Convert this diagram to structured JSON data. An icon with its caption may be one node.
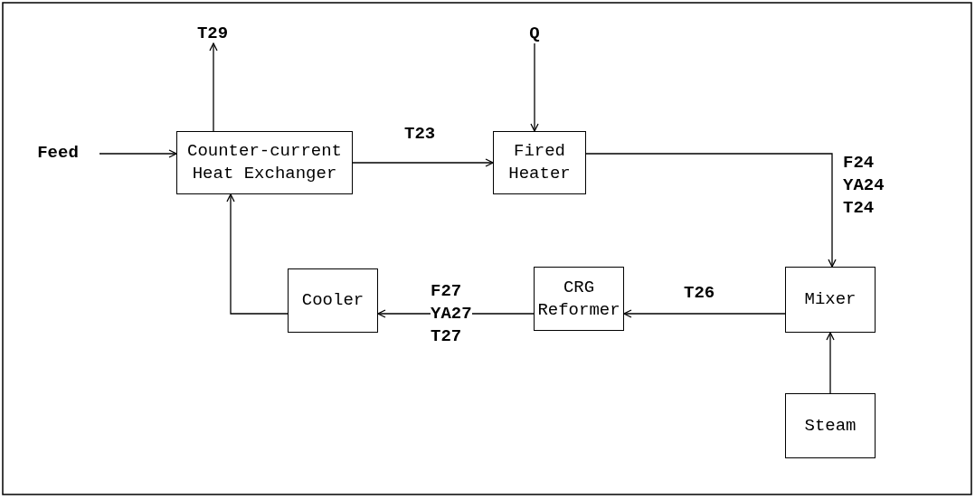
{
  "diagram": {
    "nodes": [
      {
        "text": [
          "T29"
        ]
      },
      {
        "text": [
          "Q"
        ]
      },
      {
        "text": [
          "Feed"
        ]
      },
      {
        "text": [
          "Counter-current Heat Exchanger"
        ]
      },
      {
        "text": [
          "Fired Heater"
        ]
      },
      {
        "text": [
          "Cooler"
        ]
      },
      {
        "text": [
          "CRG Reformer"
        ]
      },
      {
        "text": [
          "Mixer"
        ]
      },
      {
        "text": [
          "Steam"
        ]
      }
    ],
    "edges": [
      {
        "from": 2,
        "to": 3,
        "arrow": "to"
      },
      {
        "from": 3,
        "to": 0,
        "arrow": "to"
      },
      {
        "from": 1,
        "to": 4,
        "arrow": "to"
      },
      {
        "from": 3,
        "to": 4,
        "arrow": "to",
        "label": "T23"
      },
      {
        "from": 4,
        "to": 7,
        "arrow": "to",
        "label": "F24 YA24 T24"
      },
      {
        "from": 8,
        "to": 7,
        "arrow": "to"
      },
      {
        "from": 7,
        "to": 6,
        "arrow": "to",
        "label": "T26"
      },
      {
        "from": 6,
        "to": 5,
        "arrow": "to",
        "label": "F27 YA27 T27"
      },
      {
        "from": 5,
        "to": 3,
        "arrow": "to"
      }
    ]
  }
}
